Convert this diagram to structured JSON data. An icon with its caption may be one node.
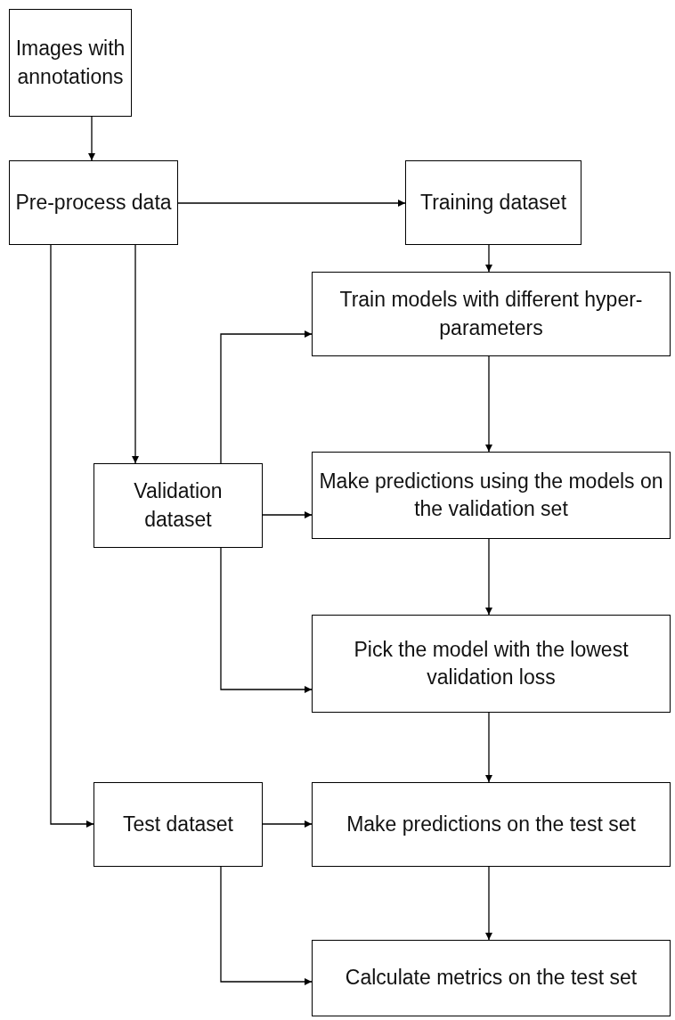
{
  "diagram": {
    "nodes": [
      {
        "text": [
          "Images with annotations"
        ]
      },
      {
        "text": [
          "Pre-process data"
        ]
      },
      {
        "text": [
          "Training dataset"
        ]
      },
      {
        "text": [
          "Train models with different hyper-parameters"
        ]
      },
      {
        "text": [
          "Validation dataset"
        ]
      },
      {
        "text": [
          "Make predictions using the models on the validation set"
        ]
      },
      {
        "text": [
          "Pick the model with the lowest validation loss"
        ]
      },
      {
        "text": [
          "Test dataset"
        ]
      },
      {
        "text": [
          "Make predictions on the test set"
        ]
      },
      {
        "text": [
          "Calculate metrics on the test set"
        ]
      }
    ],
    "edges": [
      {
        "from": 0,
        "to": 1,
        "arrow": "to"
      },
      {
        "from": 1,
        "to": 2,
        "arrow": "to"
      },
      {
        "from": 1,
        "to": 4,
        "arrow": "to"
      },
      {
        "from": 1,
        "to": 7,
        "arrow": "to"
      },
      {
        "from": 2,
        "to": 3,
        "arrow": "to"
      },
      {
        "from": 4,
        "to": 3,
        "arrow": "to"
      },
      {
        "from": 3,
        "to": 5,
        "arrow": "to"
      },
      {
        "from": 4,
        "to": 5,
        "arrow": "to"
      },
      {
        "from": 4,
        "to": 6,
        "arrow": "to"
      },
      {
        "from": 5,
        "to": 6,
        "arrow": "to"
      },
      {
        "from": 6,
        "to": 8,
        "arrow": "to"
      },
      {
        "from": 7,
        "to": 8,
        "arrow": "to"
      },
      {
        "from": 8,
        "to": 9,
        "arrow": "to"
      },
      {
        "from": 7,
        "to": 9,
        "arrow": "to"
      }
    ]
  }
}
